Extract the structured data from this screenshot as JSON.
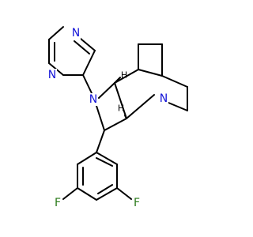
{
  "colors": {
    "background": "#ffffff",
    "bond": "#000000",
    "nitrogen": "#1414d8",
    "fluorine": "#2a7a1a"
  },
  "atoms": {
    "pyrazine_n_top": {
      "symbol": "N",
      "color": "#1414d8"
    },
    "pyrazine_n_bottom": {
      "symbol": "N",
      "color": "#1414d8"
    },
    "ring_n_left": {
      "symbol": "N",
      "color": "#1414d8"
    },
    "bridgehead_n": {
      "symbol": "N",
      "color": "#1414d8"
    },
    "fluorine_left": {
      "symbol": "F",
      "color": "#2a7a1a"
    },
    "fluorine_right": {
      "symbol": "F",
      "color": "#2a7a1a"
    }
  },
  "stereo_h": {
    "upper": "H",
    "lower": "H"
  }
}
